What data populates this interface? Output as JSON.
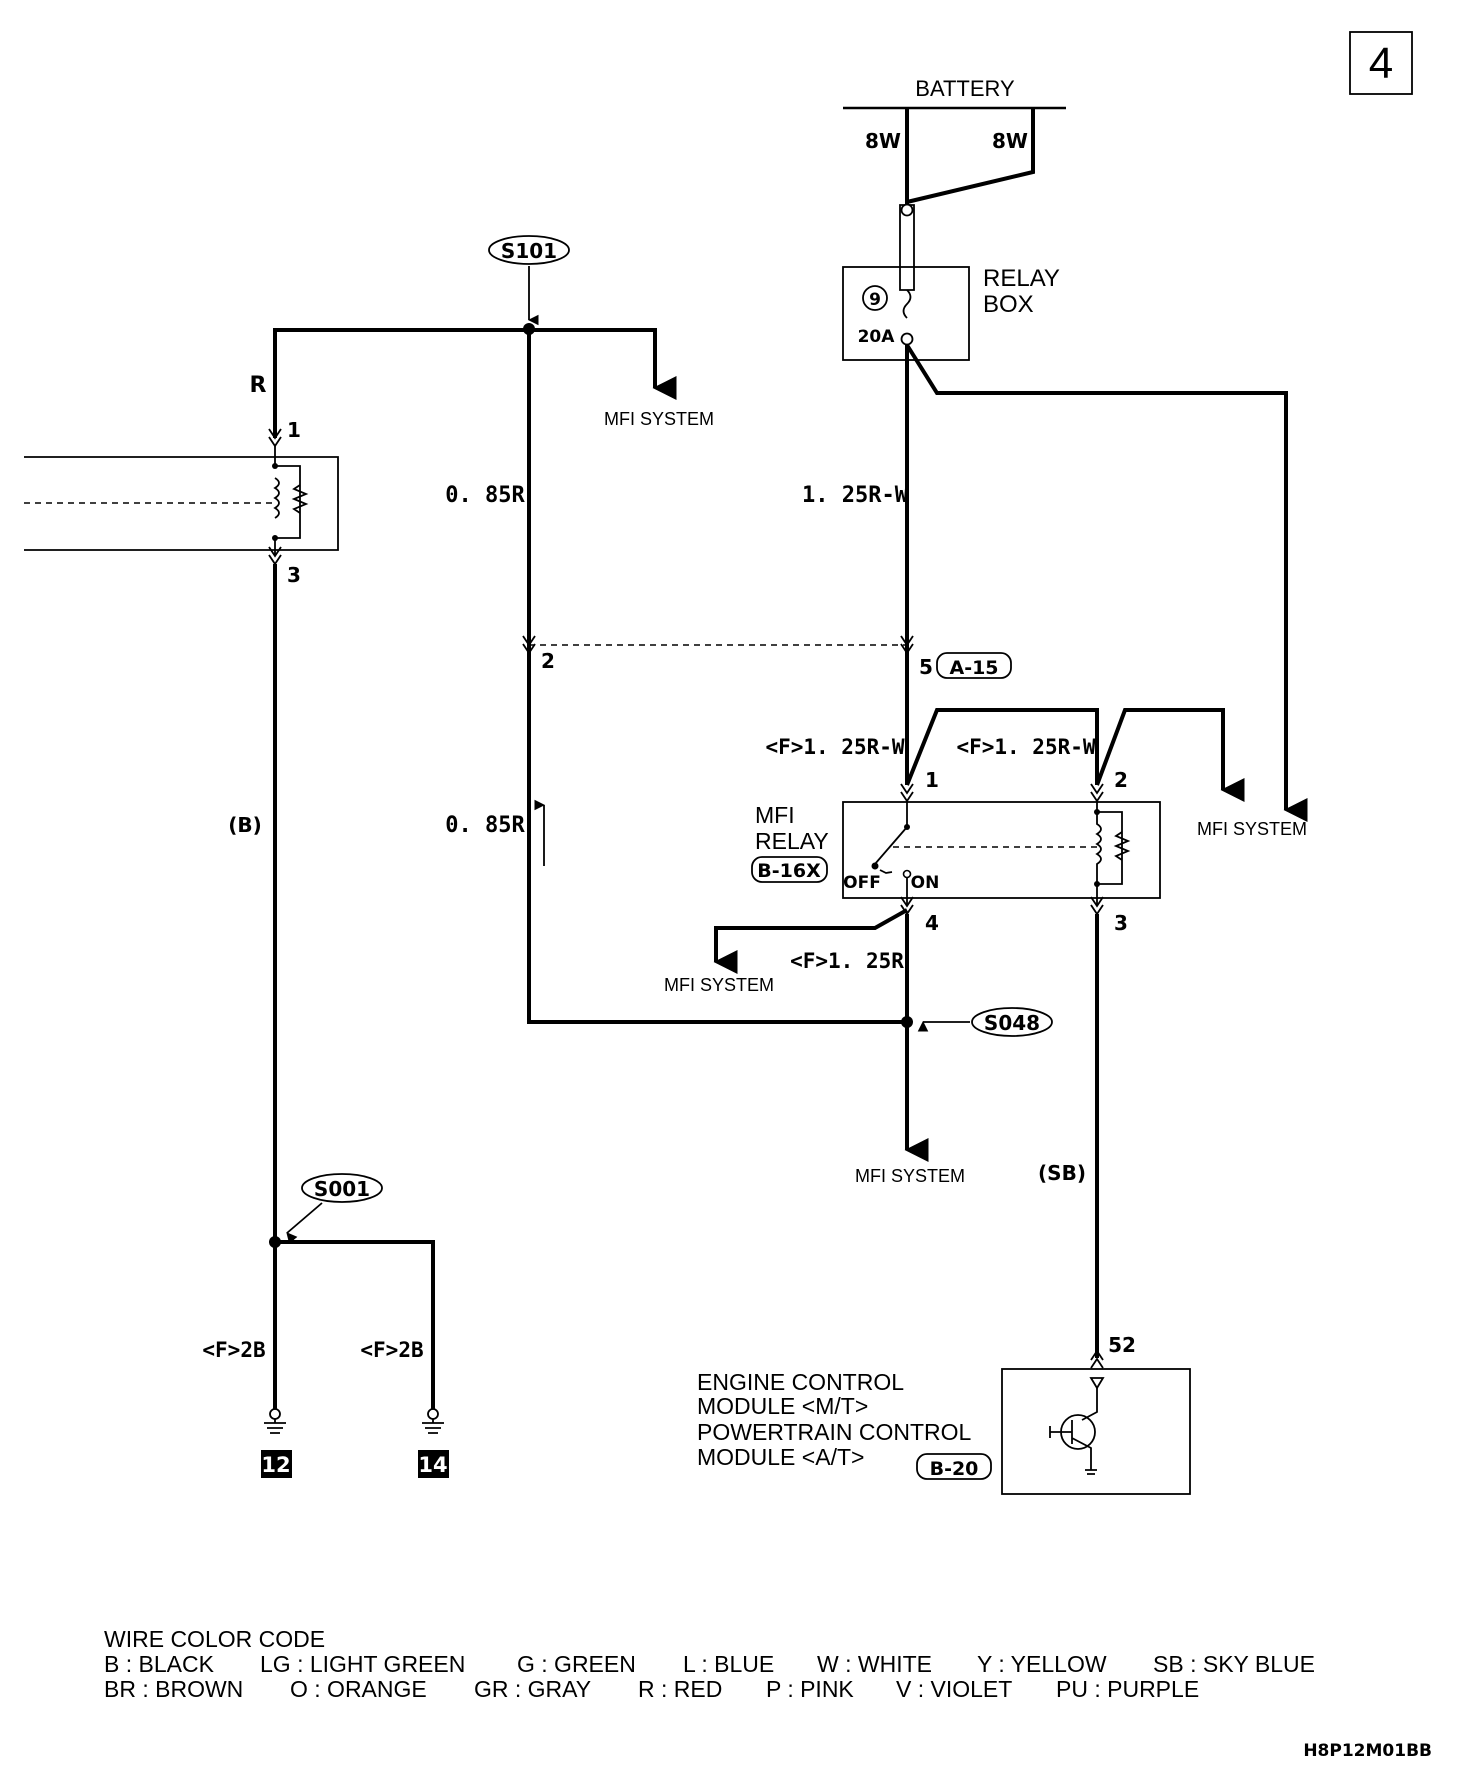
{
  "page_number": "4",
  "power_source": {
    "label": "BATTERY",
    "wire_left": "8W",
    "wire_right": "8W"
  },
  "relay_box": {
    "label_line1": "RELAY",
    "label_line2": "BOX",
    "fuse_number": "9",
    "fuse_rating": "20A"
  },
  "splices": {
    "s101": "S101",
    "s048": "S048",
    "s001": "S001"
  },
  "wires": {
    "r_left": "R",
    "b_left": "(B)",
    "r085_top": "0. 85R",
    "r085_bottom": "0. 85R",
    "rw125": "1. 25R-W",
    "f_rw125_left": "<F>1. 25R-W",
    "f_rw125_right": "<F>1. 25R-W",
    "f_r125": "<F>1. 25R",
    "sb": "(SB)",
    "f_2b_left": "<F>2B",
    "f_2b_right": "<F>2B"
  },
  "pins": {
    "left_relay_top": "1",
    "left_relay_bottom": "3",
    "conn_2": "2",
    "conn_5": "5",
    "mfi_1": "1",
    "mfi_2": "2",
    "mfi_3": "3",
    "mfi_4": "4",
    "ecm_52": "52"
  },
  "connectors": {
    "a15": "A-15",
    "b16x": "B-16X",
    "b20": "B-20"
  },
  "destinations": {
    "mfi_system": "MFI SYSTEM"
  },
  "mfi_relay": {
    "label_line1": "MFI",
    "label_line2": "RELAY",
    "off": "OFF",
    "on": "ON"
  },
  "ecm": {
    "line1": "ENGINE CONTROL",
    "line2": "MODULE <M/T>",
    "line3": "POWERTRAIN CONTROL",
    "line4": "MODULE <A/T>"
  },
  "grounds": {
    "g12": "12",
    "g14": "14"
  },
  "wire_color_code": {
    "title": "WIRE COLOR CODE",
    "row1": [
      "B : BLACK",
      "LG : LIGHT GREEN",
      "G : GREEN",
      "L : BLUE",
      "W : WHITE",
      "Y : YELLOW",
      "SB : SKY BLUE"
    ],
    "row2": [
      "BR : BROWN",
      "O : ORANGE",
      "GR : GRAY",
      "R : RED",
      "P : PINK",
      "V : VIOLET",
      "PU : PURPLE"
    ]
  },
  "drawing_code": "H8P12M01BB"
}
